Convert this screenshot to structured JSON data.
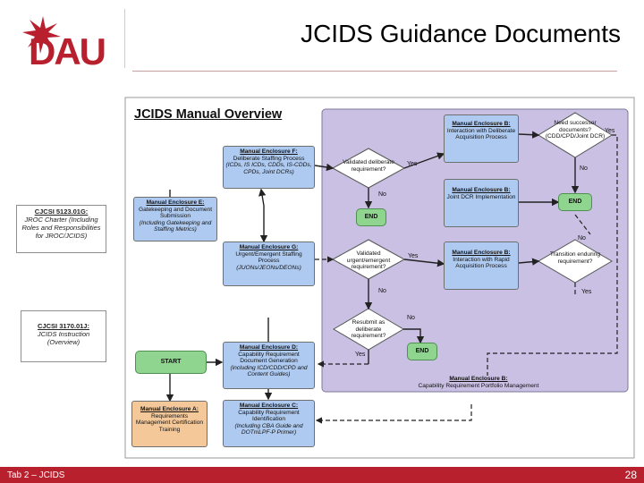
{
  "header": {
    "logo_text": "DAU",
    "title": "JCIDS Guidance Documents"
  },
  "side_docs": [
    {
      "head": "CJCSI 5123.01G:",
      "body": "JROC Charter (Including Roles and Responsibilities for JROC/JCIDS)"
    },
    {
      "head": "CJCSI 3170.01J:",
      "body": "JCIDS Instruction (Overview)"
    }
  ],
  "diagram": {
    "title": "JCIDS Manual Overview",
    "boxes": {
      "encl_f": {
        "head": "Manual Enclosure F:",
        "body": "Deliberate Staffing Process",
        "italic": "(ICDs, IS ICDs, CDDs, IS-CDDs, CPDs, Joint DCRs)"
      },
      "encl_e": {
        "head": "Manual Enclosure E:",
        "body": "Gatekeeping and Document Submission",
        "italic": "(Including Gatekeeping and Staffing Metrics)"
      },
      "encl_g": {
        "head": "Manual Enclosure G:",
        "body": "Urgent/Emergent Staffing Process",
        "italic": "(JUONs/JEONs/DEONs)"
      },
      "encl_d": {
        "head": "Manual Enclosure D:",
        "body": "Capability Requirement Document Generation",
        "italic": "(including ICD/CDD/CPD and Content Guides)"
      },
      "encl_c": {
        "head": "Manual Enclosure C:",
        "body": "Capability Requirement Identification",
        "italic": "(Including CBA Guide and DOTmLPF-P Primer)"
      },
      "encl_a": {
        "head": "Manual Enclosure A:",
        "body": "Requirements Management Certification Training",
        "italic": ""
      },
      "encl_b1": {
        "head": "Manual Enclosure B:",
        "body": "Interaction with Deliberate Acquisition Process",
        "italic": ""
      },
      "encl_b2": {
        "head": "Manual Enclosure B:",
        "body": "Joint DCR Implementation",
        "italic": ""
      },
      "encl_b3": {
        "head": "Manual Enclosure B:",
        "body": "Interaction with Rapid Acquisition Process",
        "italic": ""
      }
    },
    "decisions": {
      "validated_deliberate": "Validated deliberate requirement?",
      "validated_urgent": "Validated urgent/emergent requirement?",
      "resubmit": "Resubmit as deliberate requirement?",
      "need_successor": "Need successor documents? (CDD/CPD/Joint DCR)",
      "transition": "Transition enduring requirement?"
    },
    "terminals": {
      "start": "START",
      "end": "END"
    },
    "edge_labels": {
      "yes": "Yes",
      "no": "No"
    },
    "portfolio": {
      "head": "Manual Enclosure B:",
      "body": "Capability Requirement Portfolio Management"
    }
  },
  "footer": {
    "left": "Tab 2 – JCIDS",
    "page": "28"
  },
  "colors": {
    "brand_red": "#b8202e",
    "box_blue": "#aecaf0",
    "box_tan": "#f5c89a",
    "portfolio_lavender": "#c9c0e3",
    "end_green": "#8fd48f"
  }
}
